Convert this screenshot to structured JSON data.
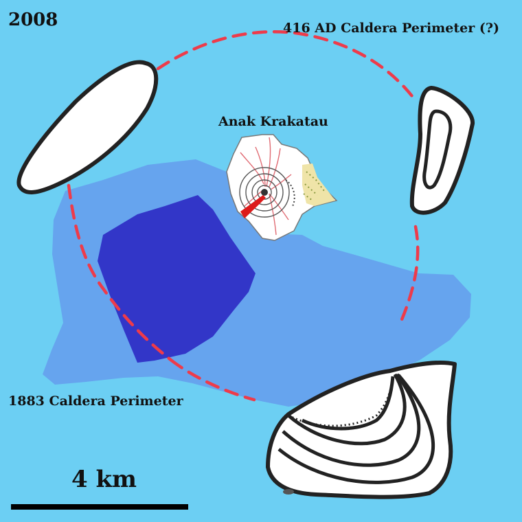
{
  "year": "2008",
  "labels": {
    "old_caldera": "416 AD Caldera Perimeter (?)",
    "anak": "Anak Krakatau",
    "caldera_1883": "1883 Caldera Perimeter"
  },
  "scale": {
    "label": "4 km",
    "distance_km": 4
  },
  "colors": {
    "sea": "#6ccff3",
    "caldera_1883_shallow": "#66a4ee",
    "caldera_1883_deep": "#3236c8",
    "perimeter_416": "#ee3b4a",
    "island_fill": "#ffffff",
    "island_outline": "#222222"
  }
}
